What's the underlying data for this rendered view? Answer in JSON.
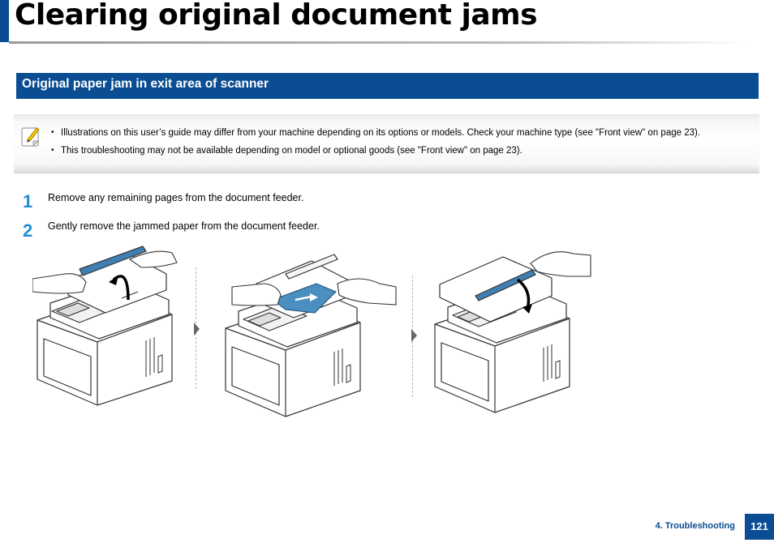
{
  "page": {
    "title": "Clearing original document jams",
    "section_heading": "Original paper jam in exit area of scanner"
  },
  "note": {
    "icon": "pencil-note-icon",
    "items": [
      "Illustrations on this user’s guide may differ from your machine depending on its options or models. Check your machine type (see \"Front view\" on page 23).",
      "This troubleshooting may not be available depending on model or optional goods (see \"Front view\" on page 23)."
    ]
  },
  "steps": [
    {
      "number": "1",
      "text": "Remove any remaining pages from the document feeder."
    },
    {
      "number": "2",
      "text": "Gently remove the jammed paper from the document feeder."
    }
  ],
  "footer": {
    "section": "4. Troubleshooting",
    "page_number": "121"
  },
  "colors": {
    "brand_blue": "#0a4d92",
    "step_number_blue": "#1e8fd5",
    "jam_paper_blue": "#4a8fc0"
  }
}
